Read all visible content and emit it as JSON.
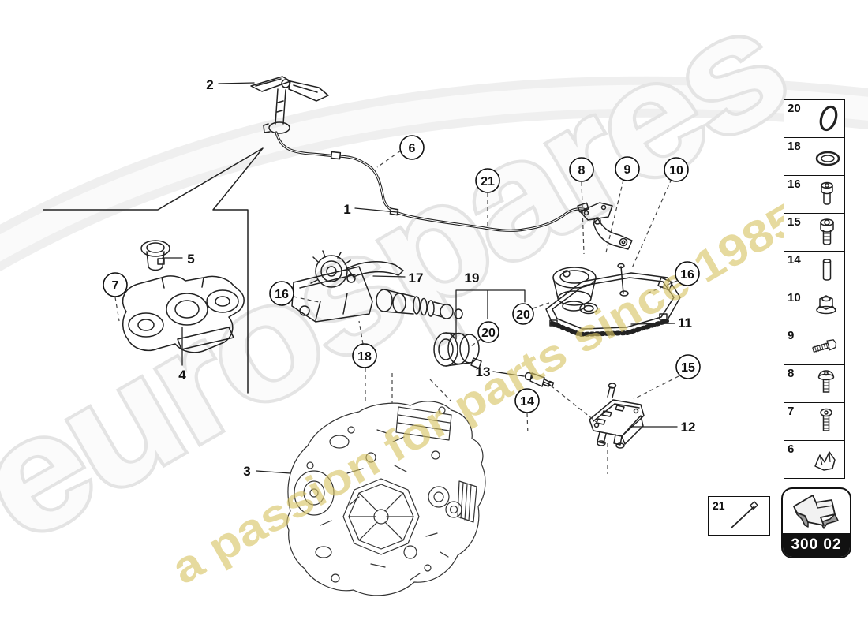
{
  "watermark": {
    "brand": "eurospares",
    "tagline": "a passion for parts since 1985",
    "tagline_color": "#d8c464",
    "brand_outline_color": "#e4e4e4"
  },
  "callouts": {
    "plain": [
      {
        "label": "2"
      },
      {
        "label": "1"
      },
      {
        "label": "17"
      },
      {
        "label": "19"
      },
      {
        "label": "5"
      },
      {
        "label": "4"
      },
      {
        "label": "3"
      },
      {
        "label": "13"
      },
      {
        "label": "11"
      },
      {
        "label": "12"
      }
    ],
    "circled": [
      {
        "label": "6"
      },
      {
        "label": "21"
      },
      {
        "label": "8"
      },
      {
        "label": "9"
      },
      {
        "label": "10"
      },
      {
        "label": "16"
      },
      {
        "label": "16"
      },
      {
        "label": "7"
      },
      {
        "label": "18"
      },
      {
        "label": "20"
      },
      {
        "label": "20"
      },
      {
        "label": "14"
      },
      {
        "label": "15"
      }
    ]
  },
  "sidebar": {
    "items": [
      {
        "number": "20",
        "icon": "o-ring-icon"
      },
      {
        "number": "18",
        "icon": "seal-ring-icon"
      },
      {
        "number": "16",
        "icon": "flanged-bolt-icon"
      },
      {
        "number": "15",
        "icon": "socket-bolt-icon"
      },
      {
        "number": "14",
        "icon": "dowel-pin-icon"
      },
      {
        "number": "10",
        "icon": "flange-nut-icon"
      },
      {
        "number": "9",
        "icon": "hex-bolt-icon"
      },
      {
        "number": "8",
        "icon": "button-screw-icon"
      },
      {
        "number": "7",
        "icon": "pan-screw-icon"
      },
      {
        "number": "6",
        "icon": "retaining-clip-icon"
      }
    ]
  },
  "tie_box": {
    "number": "21",
    "icon": "cable-tie-icon"
  },
  "nav_badge": {
    "code": "300 02",
    "icon": "back-arrow-icon"
  },
  "line_color": "#222222"
}
